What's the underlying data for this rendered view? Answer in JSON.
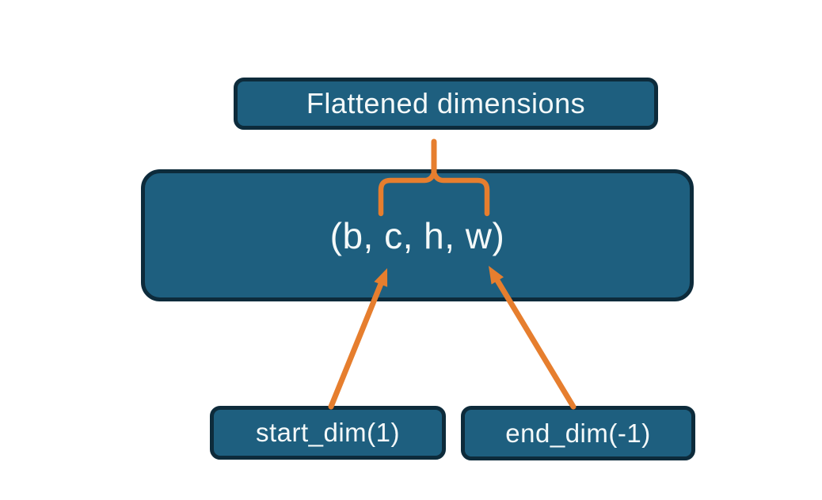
{
  "diagram": {
    "flattened_box": {
      "label": "Flattened dimensions"
    },
    "tensor_box": {
      "label": "(b, c, h, w)"
    },
    "start_dim_box": {
      "label": "start_dim(1)"
    },
    "end_dim_box": {
      "label": "end_dim(-1)"
    },
    "colors": {
      "box_fill": "#1E5F7F",
      "box_border": "#0D2B3B",
      "connector_orange": "#E67E2E",
      "label_text": "#F4F9F9",
      "background": "#FFFFFF"
    }
  }
}
